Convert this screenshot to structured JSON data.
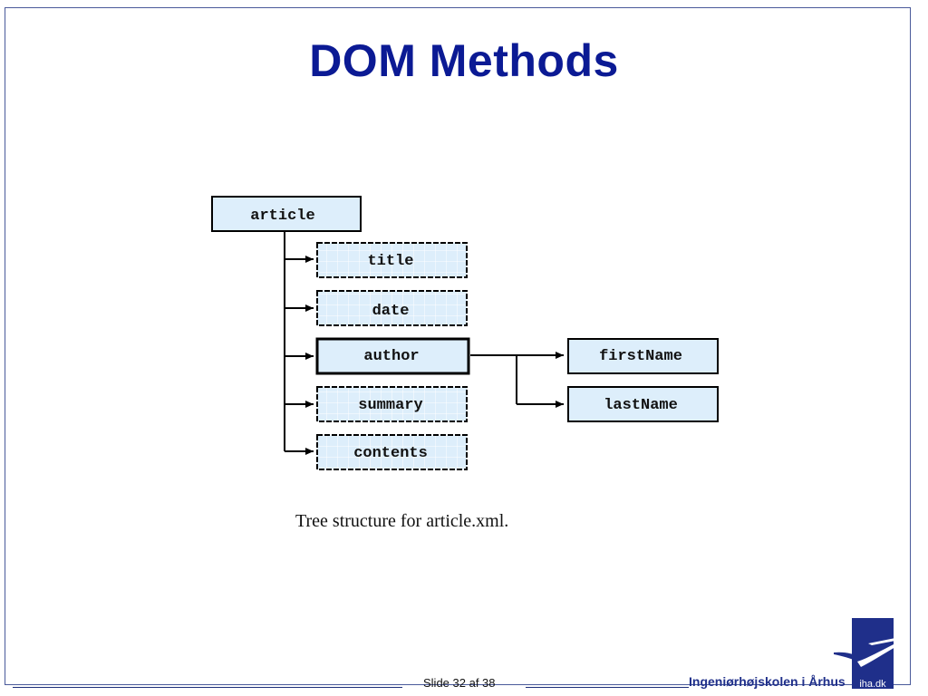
{
  "slide": {
    "title": "DOM Methods",
    "caption": "Tree structure for article.xml.",
    "footer": {
      "slide_number": "Slide 32 af  38",
      "institution": "Ingeniørhøjskolen i Århus",
      "logo_text": "iha.dk"
    }
  },
  "tree": {
    "root": "article",
    "children": [
      "title",
      "date",
      "author",
      "summary",
      "contents"
    ],
    "author_children": [
      "firstName",
      "lastName"
    ]
  },
  "colors": {
    "title": "#0b1a94",
    "node_fill": "#ddeefb",
    "frame": "#1f2f7a"
  }
}
